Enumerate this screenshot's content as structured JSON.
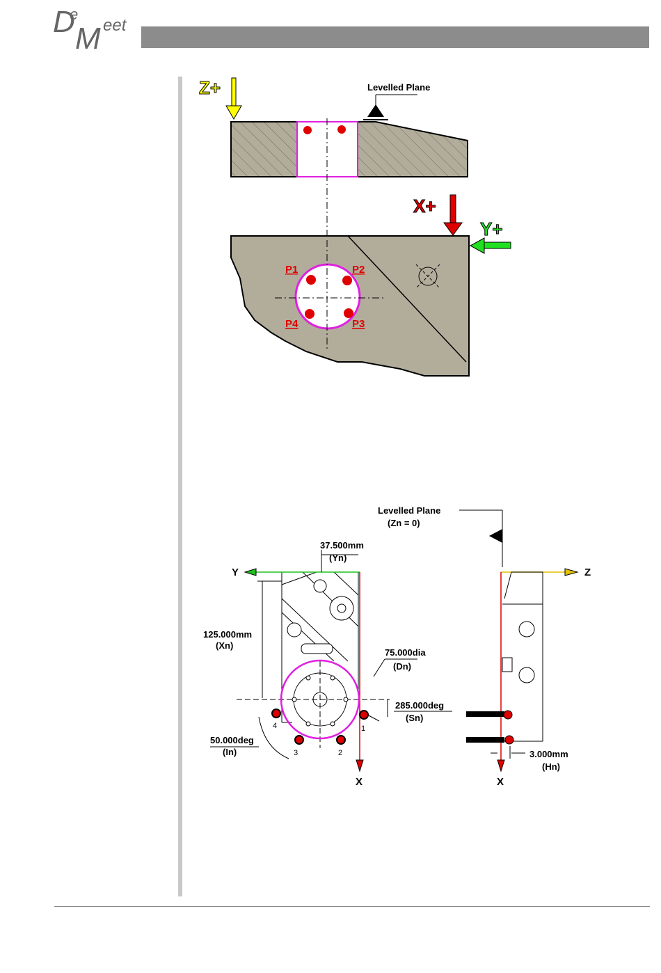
{
  "header": {
    "logo_d": "D",
    "logo_e": "e",
    "logo_m": "M",
    "logo_eet": "eet"
  },
  "figure1": {
    "z_label": "Z+",
    "x_label": "X+",
    "y_label": "Y+",
    "levelled_plane": "Levelled Plane",
    "p1": "P1",
    "p2": "P2",
    "p3": "P3",
    "p4": "P4"
  },
  "figure2": {
    "levelled_plane": "Levelled Plane",
    "zn": "(Zn = 0)",
    "yn_value": "37.500mm",
    "yn_label": "(Yn)",
    "xn_value": "125.000mm",
    "xn_label": "(Xn)",
    "dn_value": "75.000dia",
    "dn_label": "(Dn)",
    "sn_value": "285.000deg",
    "sn_label": "(Sn)",
    "in_value": "50.000deg",
    "in_label": "(In)",
    "hn_value": "3.000mm",
    "hn_label": "(Hn)",
    "axis_y": "Y",
    "axis_z": "Z",
    "axis_x_left": "X",
    "axis_x_right": "X",
    "hole1": "1",
    "hole2": "2",
    "hole3": "3",
    "hole4": "4"
  }
}
